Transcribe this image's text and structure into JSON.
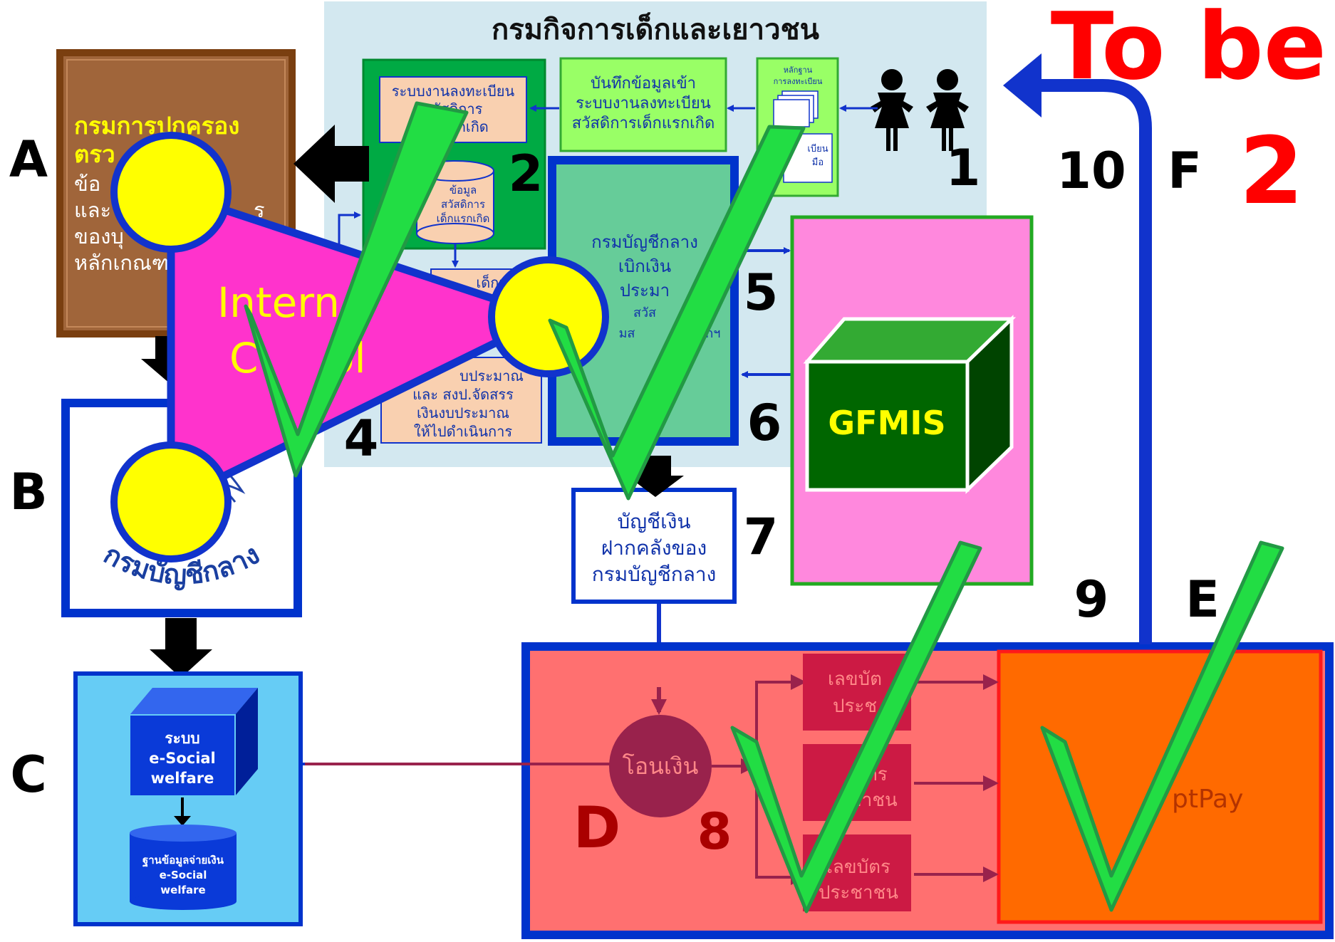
{
  "header": {
    "dept_title": "กรมกิจการเด็กและเยาวชน",
    "status_line1": "To be",
    "status_line2": "2"
  },
  "left_letters": {
    "a": "A",
    "b": "B",
    "c": "C"
  },
  "step_numbers": {
    "n1": "1",
    "n2": "2",
    "n4": "4",
    "n5": "5",
    "n6": "6",
    "n7": "7",
    "n8": "8",
    "n9": "9",
    "n10": "10"
  },
  "right_letters": {
    "d": "D",
    "e": "E",
    "f": "F"
  },
  "box_a": {
    "line1": "กรมการปกครอง",
    "line2": "ตรว",
    "line3": "ข้อ",
    "line4": "และ",
    "line4b": "ร",
    "line5": "ของบุ",
    "line6": "หลักเกณฑ"
  },
  "box_b": {
    "seal_text": "กรมบัญชีกลาง"
  },
  "box_c": {
    "system_l1": "ระบบ",
    "system_l2": "e-Social",
    "system_l3": "welfare",
    "db_l1": "ฐานข้อมูลจ่ายเงิน",
    "db_l2": "e-Social",
    "db_l3": "welfare"
  },
  "dept_panel": {
    "reg_l1": "ระบบงานลงทะเบียน",
    "reg_l2": "สวัสดิการ",
    "reg_l3": "เด็กแรกเกิด",
    "record_l1": "บันทึกข้อมูลเข้า",
    "record_l2": "ระบบงานลงทะเบียน",
    "record_l3": "สวัสดิการเด็กแรกเกิด",
    "evidence_l1": "หลักฐาน",
    "evidence_l2": "การลงทะเบียน",
    "evidence_inner1": "เบียน",
    "evidence_inner2": "มือ",
    "db_l1": "ข้อมูล",
    "db_l2": "สวัสดิการ",
    "db_l3": "เด็กแรกเกิด",
    "report_l1": "เด็กฯ",
    "budget_l1": "บประมาณ",
    "budget_l2": "และ สงป.จัดสรร",
    "budget_l3": "เงินงบประมาณ",
    "budget_l4": "ให้ไปดำเนินการ"
  },
  "cgd_box": {
    "l1": "กรมบัญชีกลาง",
    "l2": "เบิกเงิน",
    "l3": "ประมา",
    "l4": "สวัส",
    "l4b": "ฯ",
    "l5": "มส",
    "l5b": "ดกฯ"
  },
  "gfmis": {
    "label": "GFMIS"
  },
  "deposit_box": {
    "l1": "บัญชีเงิน",
    "l2": "ฝากคลังของ",
    "l3": "กรมบัญชีกลาง"
  },
  "internal_control": {
    "l1": "Intern",
    "l2": "C",
    "l3": "ol"
  },
  "payment": {
    "transfer": "โอนเงิน",
    "id1_l1": "เลขบัต",
    "id1_l2": "ประช",
    "id2_l1": "บัตร",
    "id2_l2": "ชาชน",
    "id3_l1": "เลขบัตร",
    "id3_l2": "ประชาชน",
    "promptpay": "ptPay"
  },
  "colors": {
    "status_red": "#ff0000",
    "check_green": "#22dd44",
    "triangle_pink": "#ff33cc",
    "node_yellow": "#ffff00",
    "frame_blue": "#0033cc",
    "gfmis_green": "#006600",
    "brown": "#a0653a"
  }
}
